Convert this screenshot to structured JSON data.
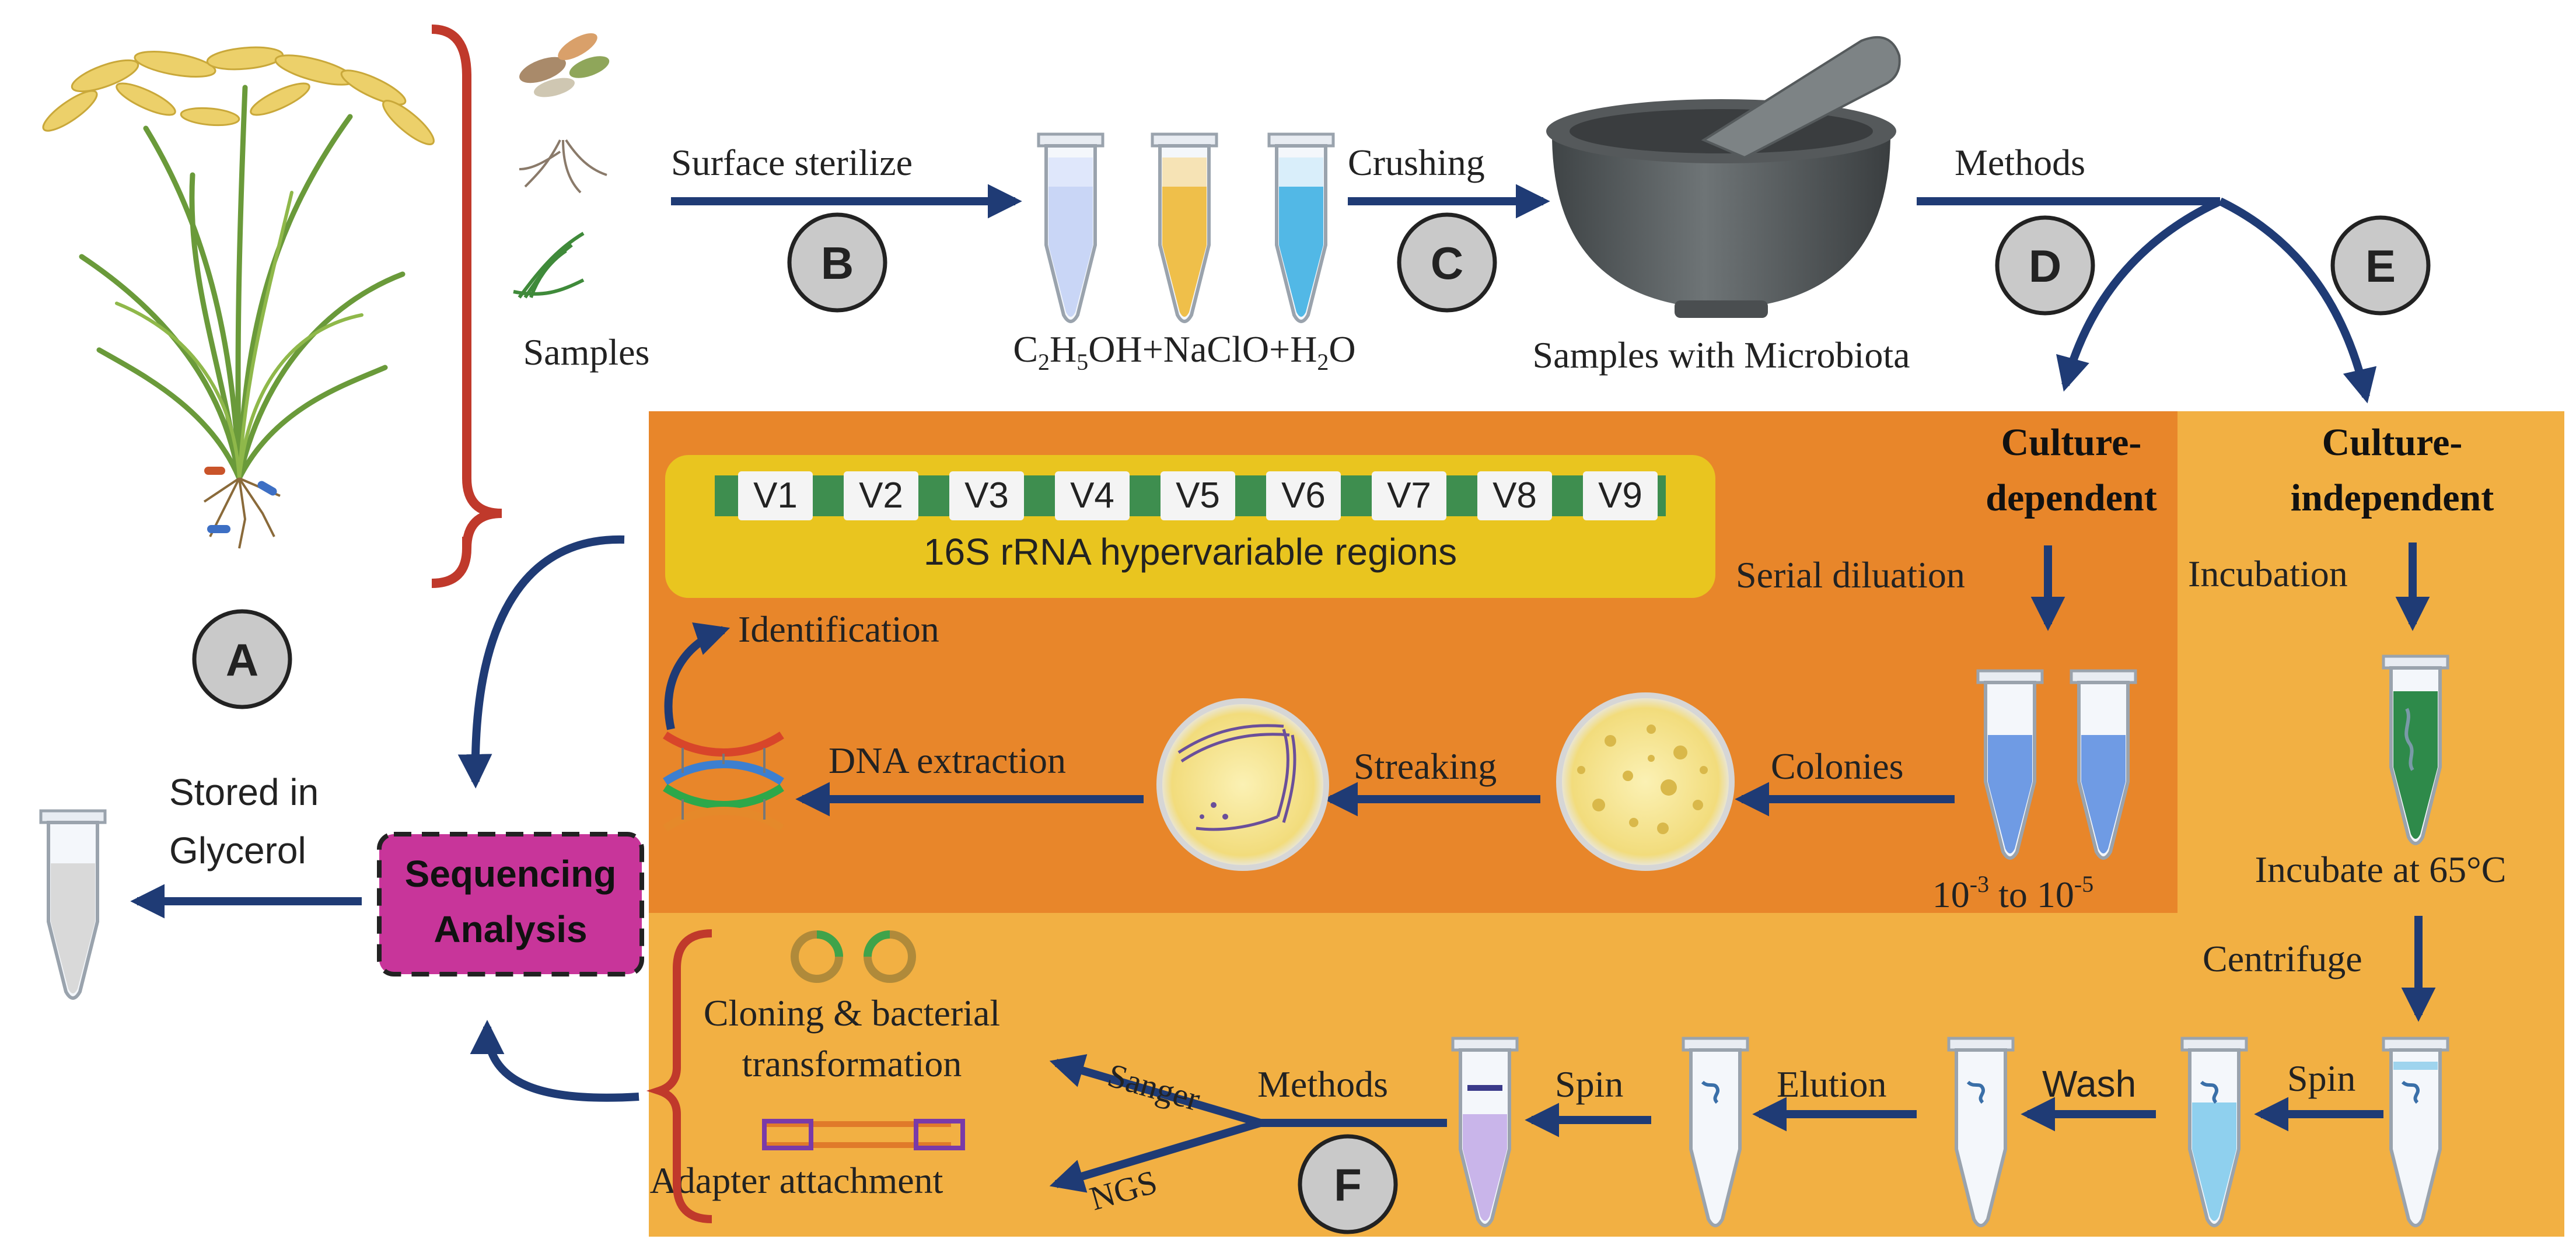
{
  "markers": {
    "A": "A",
    "B": "B",
    "C": "C",
    "D": "D",
    "E": "E",
    "F": "F"
  },
  "top_row": {
    "samples": "Samples",
    "surface_sterilize": "Surface sterilize",
    "formula": {
      "c": "C",
      "c_sub": "2",
      "h": "H",
      "h_sub": "5",
      "rest": "OH+NaClO+H",
      "h2_sub": "2",
      "o": "O"
    },
    "crushing": "Crushing",
    "samples_microbiota": "Samples with Microbiota",
    "methods": "Methods"
  },
  "culture_dependent": {
    "title_line1": "Culture-",
    "title_line2": "dependent",
    "serial_dilution": "Serial diluation",
    "colonies": "Colonies",
    "streaking": "Streaking",
    "dna_extraction": "DNA extraction",
    "identification": "Identification",
    "dilution_range": {
      "a": "10",
      "a_exp": "-3",
      "to": " to ",
      "b": "10",
      "b_exp": "-5"
    }
  },
  "culture_independent": {
    "title_line1": "Culture-",
    "title_line2": "independent",
    "incubation": "Incubation",
    "incubate_temp": "Incubate at 65°C",
    "centrifuge": "Centrifuge"
  },
  "hypervariable": {
    "regions": [
      "V1",
      "V2",
      "V3",
      "V4",
      "V5",
      "V6",
      "V7",
      "V8",
      "V9"
    ],
    "label": "16S rRNA hypervariable regions"
  },
  "bottom_row": {
    "spin_1": "Spin",
    "wash": "Wash",
    "elution": "Elution",
    "spin_2": "Spin",
    "methods": "Methods",
    "sanger": "Sanger",
    "ngs": "NGS",
    "cloning_line1": "Cloning & bacterial",
    "cloning_line2": "transformation",
    "adapter": "Adapter attachment"
  },
  "sequencing": {
    "line1": "Sequencing",
    "line2": "Analysis"
  },
  "storage": {
    "line1": "Stored in",
    "line2": "Glycerol"
  },
  "colors": {
    "arrow": "#1f3b75",
    "panel_dark": "#e8862a",
    "panel_light": "#f2b043",
    "sequencing_fill": "#c8359a",
    "bracket": "#c0392b",
    "region_band": "#e9c51f",
    "region_bar": "#3e8e4f",
    "marker_fill": "#c9c9c9"
  }
}
